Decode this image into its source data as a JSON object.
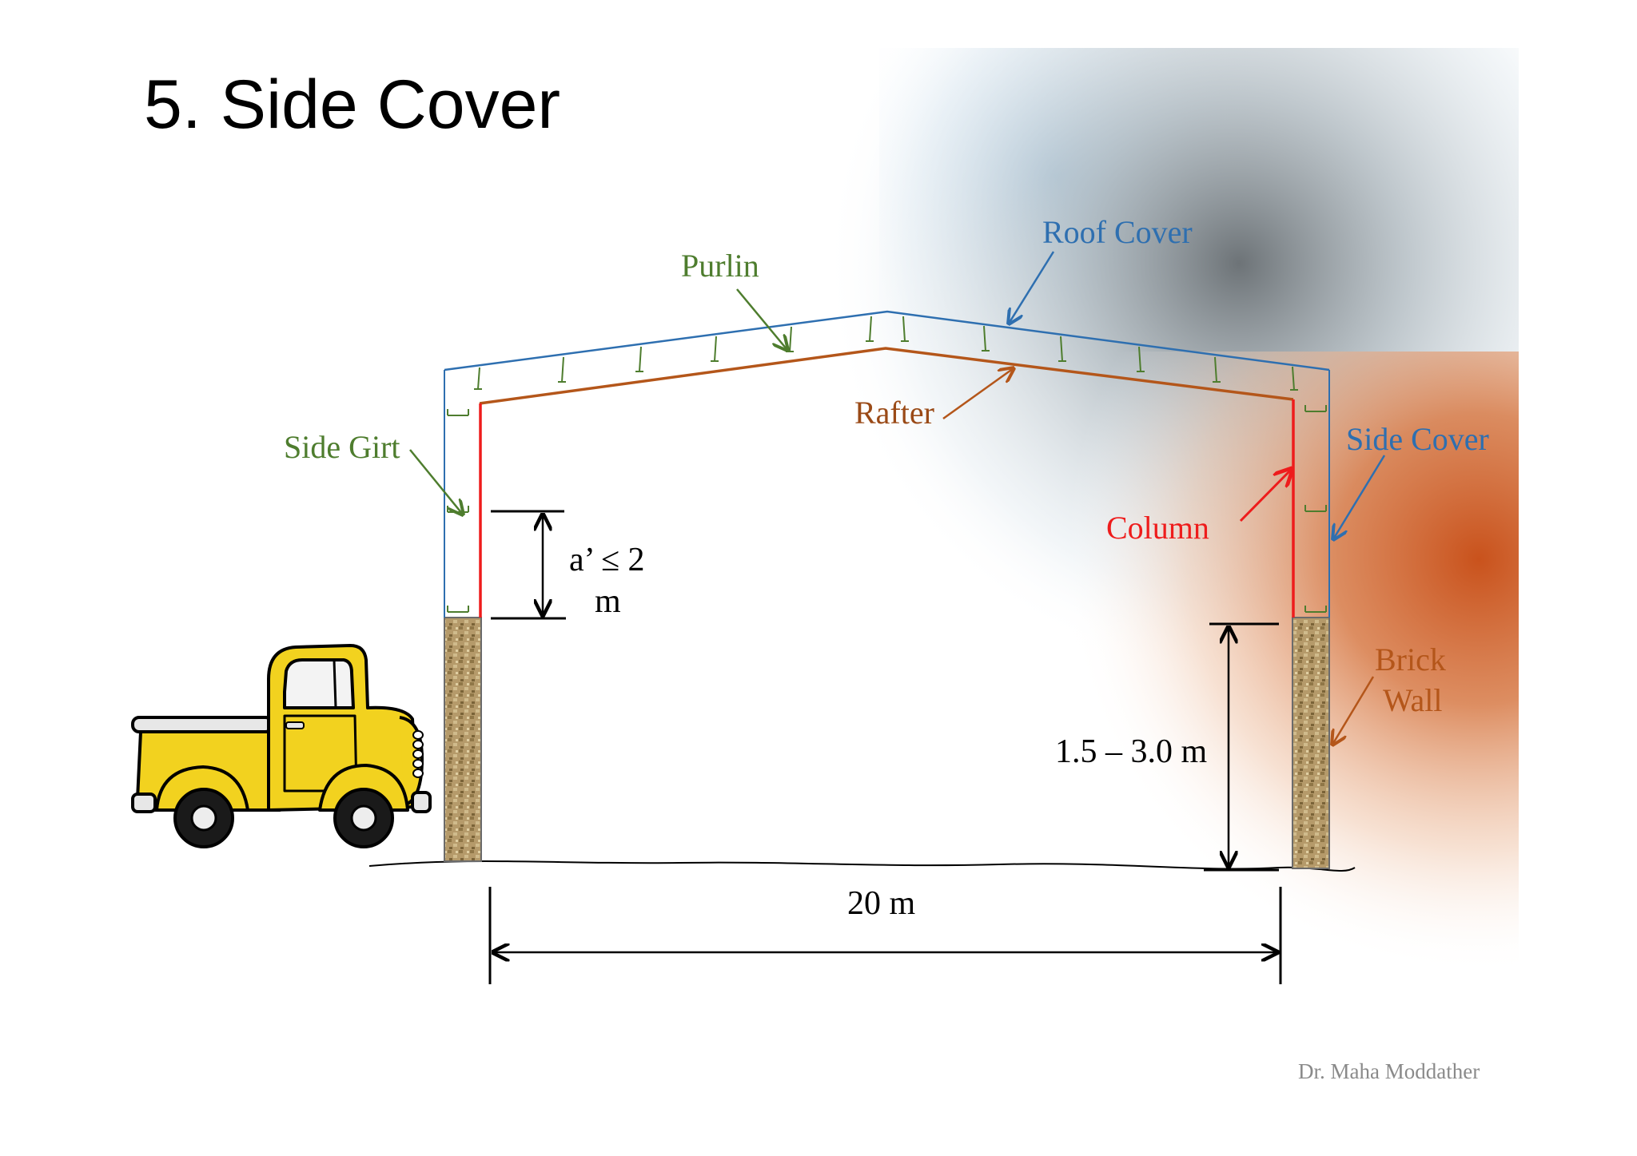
{
  "slide": {
    "title": "5. Side Cover",
    "footer": "Dr. Maha Moddather"
  },
  "labels": {
    "roof_cover": "Roof Cover",
    "purlin": "Purlin",
    "rafter": "Rafter",
    "side_girt": "Side Girt",
    "side_cover": "Side Cover",
    "column": "Column",
    "brick_wall_line1": "Brick",
    "brick_wall_line2": "Wall"
  },
  "dimensions": {
    "girt_spacing_line1": "a’ ≤ 2",
    "girt_spacing_line2": "m",
    "wall_height": "1.5 – 3.0 m",
    "span": "20 m"
  },
  "colors": {
    "roof_cover": "#2e6fb0",
    "purlin": "#4e7d2e",
    "rafter": "#b4561a",
    "column": "#ee1c1c",
    "brick": "#b59a6a",
    "truck": "#f2d21f"
  }
}
